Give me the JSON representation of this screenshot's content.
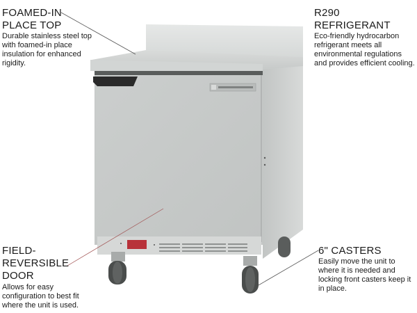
{
  "product": {
    "alt": "Undercounter refrigerator with worktop, single solid door, on casters"
  },
  "callouts": {
    "top": {
      "title_line1": "FOAMED-IN",
      "title_line2": "PLACE TOP",
      "body": "Durable stainless steel top with foamed-in place insulation for enhanced rigidity."
    },
    "refrigerant": {
      "title": "R290 REFRIGERANT",
      "body": "Eco-friendly hydrocarbon refrigerant  meets all environmental regulations and provides efficient cooling."
    },
    "door": {
      "title_line1": "FIELD-",
      "title_line2": "REVERSIBLE",
      "title_line3": "DOOR",
      "body": "Allows for easy configuration to best fit where the unit is used."
    },
    "casters": {
      "title": "6\" CASTERS",
      "body": "Easily move the unit to where it is needed and locking front casters keep it in place."
    }
  },
  "colors": {
    "steel_light": "#dcdedd",
    "steel_mid": "#c9cccb",
    "steel_dark": "#b4b7b6",
    "handle": "#2a2a2a",
    "display_red": "#b8323a",
    "leader_line": "#555555"
  }
}
